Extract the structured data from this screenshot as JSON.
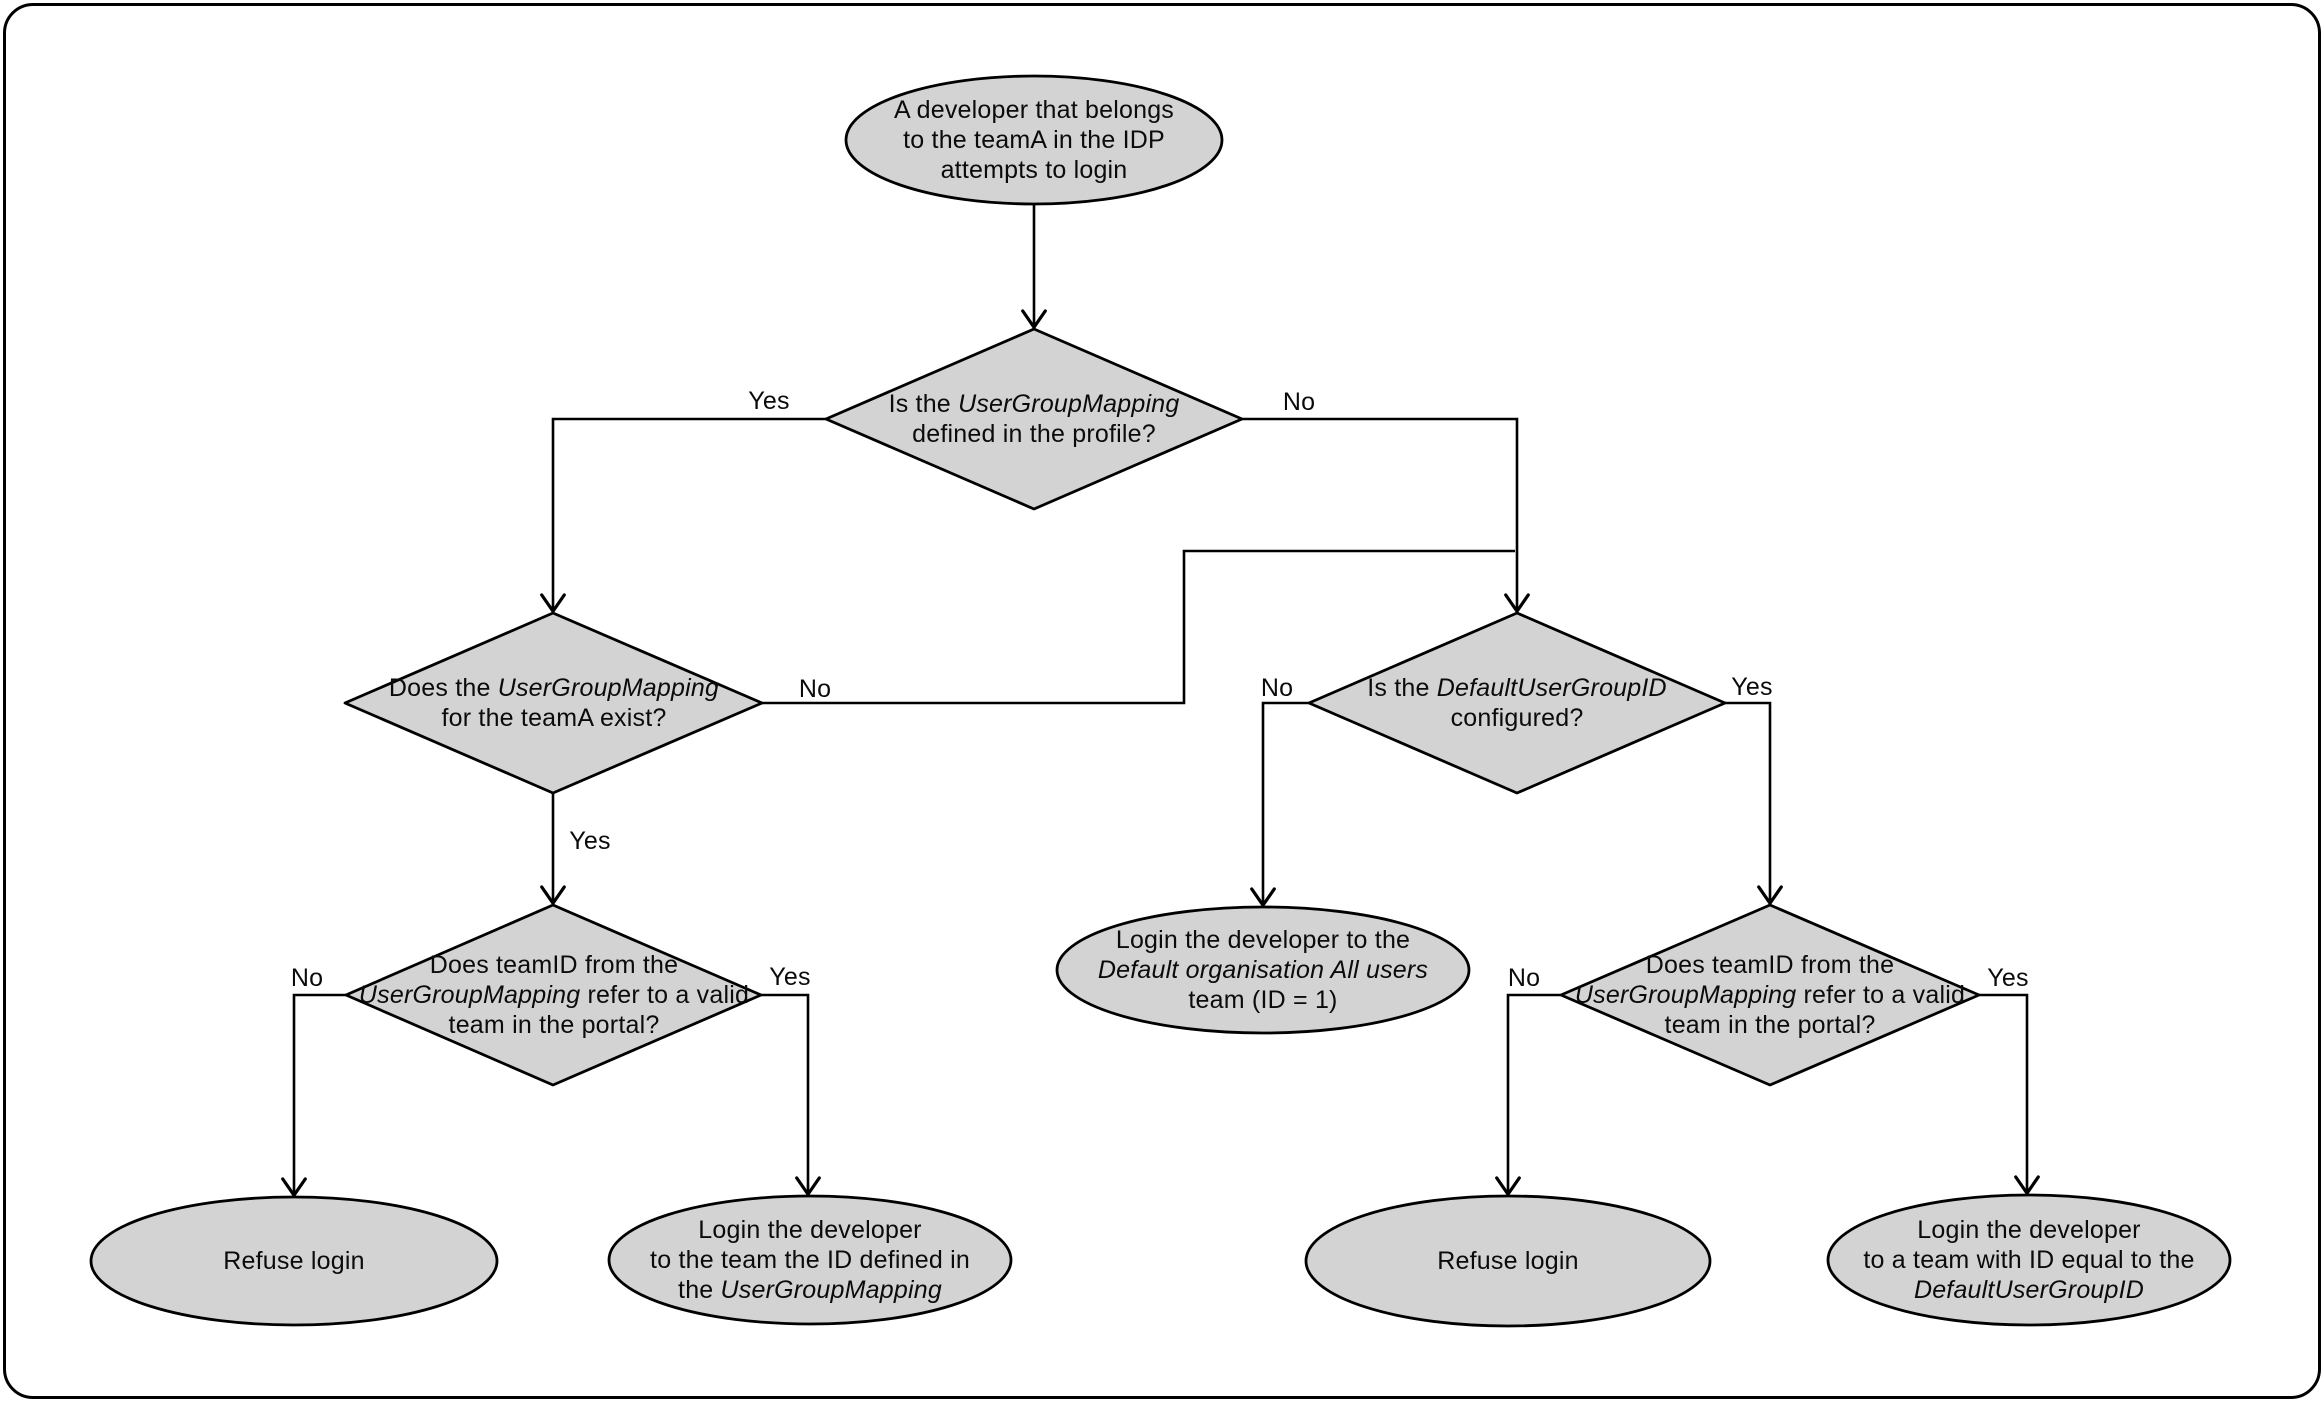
{
  "colors": {
    "node_fill": "#d3d3d3",
    "node_stroke": "#000000",
    "connector": "#000000",
    "canvas_border": "#000000",
    "background": "#ffffff"
  },
  "nodes": {
    "start": {
      "l1": "A developer that belongs",
      "l2": "to the teamA in the IDP",
      "l3": "attempts to login"
    },
    "q_ugm_defined": {
      "l1a": "Is the ",
      "l1b": "UserGroupMapping",
      "l2": "defined in the profile?"
    },
    "q_ugm_exists": {
      "l1a": "Does the ",
      "l1b": "UserGroupMapping",
      "l2": "for the teamA exist?"
    },
    "q_dugid_configured": {
      "l1a": "Is the ",
      "l1b": "DefaultUserGroupID",
      "l2": "configured?"
    },
    "q_teamid_valid_left": {
      "l1": "Does teamID from the",
      "l2a": "UserGroupMapping",
      "l2b": " refer to a valid",
      "l3": "team in the portal?"
    },
    "q_teamid_valid_right": {
      "l1": "Does teamID from the",
      "l2a": "UserGroupMapping",
      "l2b": " refer to a valid",
      "l3": "team in the portal?"
    },
    "login_default_org": {
      "l1": "Login the developer to the",
      "l2": "Default organisation All users",
      "l3": "team (ID = 1)"
    },
    "refuse_left": {
      "l1": "Refuse login"
    },
    "login_ugm_team": {
      "l1": "Login the developer",
      "l2": "to the team the ID defined in",
      "l3a": "the ",
      "l3b": "UserGroupMapping"
    },
    "refuse_right": {
      "l1": "Refuse login"
    },
    "login_dugid_team": {
      "l1": "Login the developer",
      "l2": "to a team with ID equal to the",
      "l3": "DefaultUserGroupID"
    }
  },
  "edge_labels": {
    "ugm_defined_yes": "Yes",
    "ugm_defined_no": "No",
    "ugm_exists_no": "No",
    "ugm_exists_yes": "Yes",
    "dugid_no": "No",
    "dugid_yes": "Yes",
    "teamid_left_no": "No",
    "teamid_left_yes": "Yes",
    "teamid_right_no": "No",
    "teamid_right_yes": "Yes"
  }
}
